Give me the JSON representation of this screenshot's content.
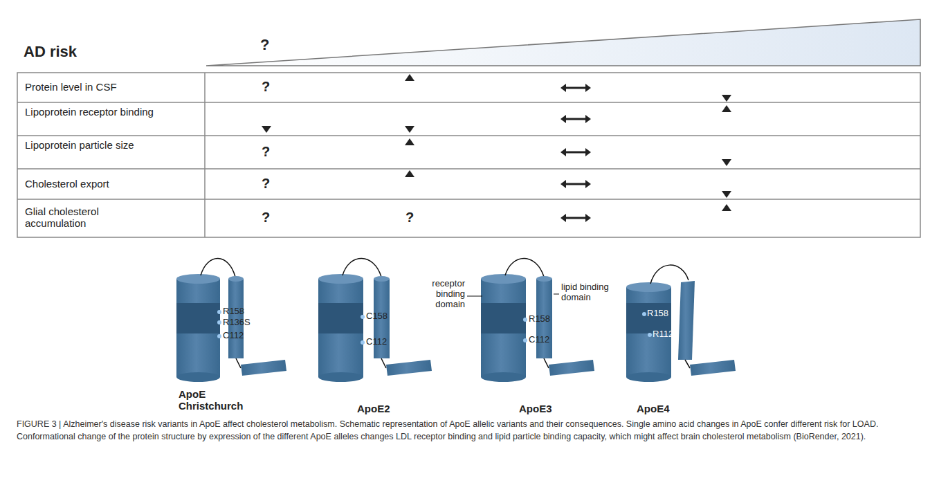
{
  "diagram": {
    "caption": "FIGURE 3 | Alzheimer's disease risk variants in ApoE affect cholesterol metabolism. Schematic representation of ApoE allelic variants and their consequences. Single amino acid changes in ApoE confer different risk for LOAD. Conformational change of the protein structure by expression of the different ApoE alleles changes LDL receptor binding and lipid particle binding capacity, which might affect brain cholesterol metabolism (BioRender, 2021).",
    "labels": [
      "AD risk",
      "?",
      "Protein level in CSF",
      "?",
      "Lipoprotein receptor binding",
      "Lipoprotein particle size",
      "?",
      "Cholesterol export",
      "?",
      "Glial cholesterol accumulation",
      "?",
      "?",
      "R158",
      "R136S",
      "C112",
      "C158",
      "C112",
      "receptor binding domain",
      "R158",
      "lipid binding domain",
      "C112",
      "R158",
      "R112",
      "ApoE Christchurch",
      "ApoE2",
      "ApoE3",
      "ApoE4"
    ]
  }
}
